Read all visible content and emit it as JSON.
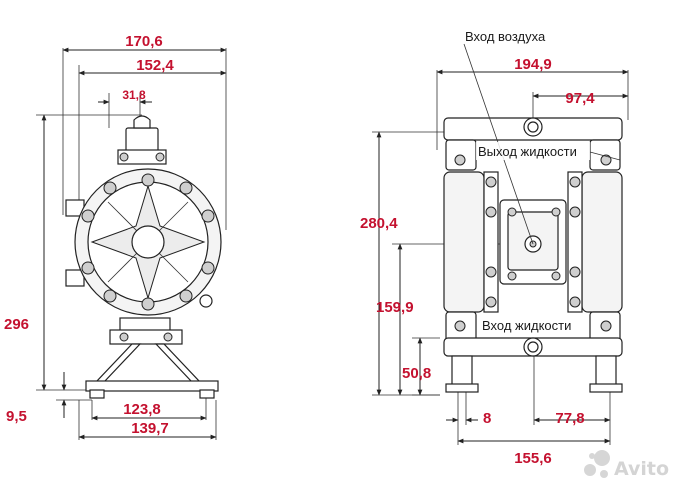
{
  "dimensions": {
    "left_view": {
      "overall_width": "170,6",
      "body_width": "152,4",
      "air_inlet_width": "31,8",
      "height": "296",
      "foot_height": "9,5",
      "base_inner": "123,8",
      "base_outer": "139,7"
    },
    "right_view": {
      "width": "194,9",
      "half_width": "97,4",
      "height": "280,4",
      "outlet_height": "159,9",
      "inlet_height": "50,8",
      "foot_offset": "8",
      "center_offset": "77,8",
      "base_width": "155,6"
    }
  },
  "labels": {
    "air_inlet": "Вход воздуха",
    "fluid_outlet": "Выход жидкости",
    "fluid_inlet": "Вход жидкости"
  },
  "watermark": {
    "text": "Avito"
  },
  "colors": {
    "dimension_text": "#c4112f",
    "line": "#222222"
  }
}
